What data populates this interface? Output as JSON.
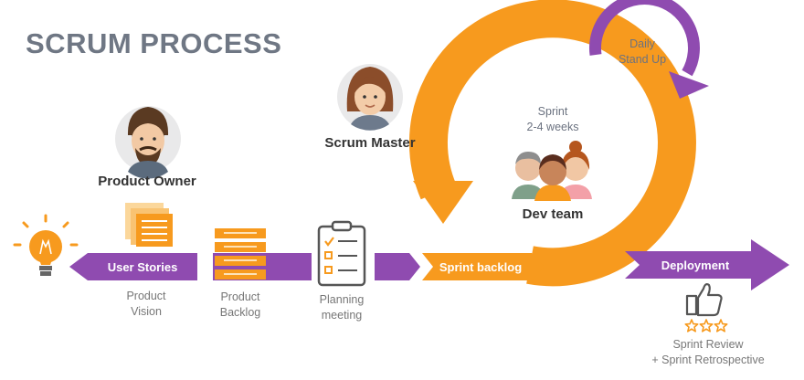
{
  "title": "SCRUM PROCESS",
  "colors": {
    "purple": "#8f4bb0",
    "orange": "#f79a1e",
    "title": "#6f7784",
    "text": "#333333",
    "caption": "#777777",
    "sprint_text": "#6b7280",
    "star": "#f79a1e"
  },
  "icons": {
    "idea": "lightbulb-icon",
    "stories": "documents-icon",
    "backlog": "stacked-list-icon",
    "planning": "clipboard-checklist-icon",
    "review": "thumbs-up-icon",
    "rating": "stars-icon"
  },
  "roles": {
    "product_owner": "Product Owner",
    "scrum_master": "Scrum Master",
    "dev_team": "Dev team"
  },
  "flow": {
    "user_stories": "User Stories",
    "sprint_backlog": "Sprint backlog",
    "deployment": "Deployment"
  },
  "captions": {
    "product_vision": [
      "Product",
      "Vision"
    ],
    "product_backlog": [
      "Product",
      "Backlog"
    ],
    "planning_meeting": [
      "Planning",
      "meeting"
    ],
    "sprint_review": [
      "Sprint Review",
      "+ Sprint Retrospective"
    ]
  },
  "sprint": {
    "label": "Sprint",
    "duration": "2-4 weeks"
  },
  "daily": [
    "Daily",
    "Stand Up"
  ]
}
